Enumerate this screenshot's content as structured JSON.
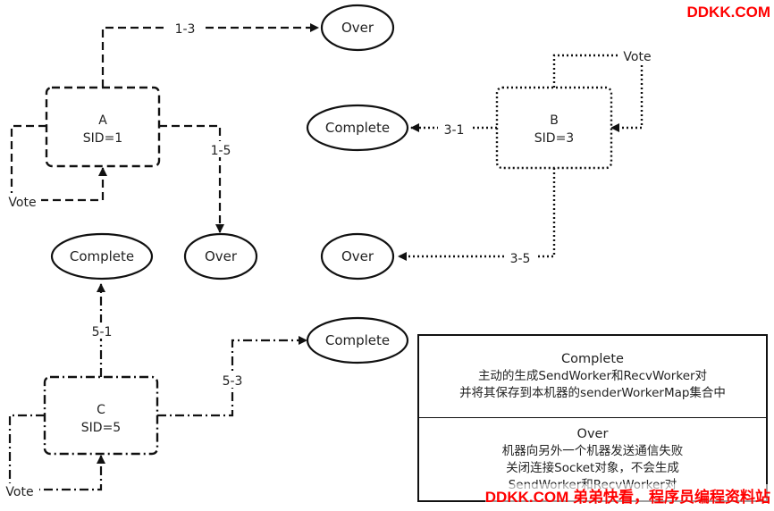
{
  "diagram": {
    "nodes": {
      "A": {
        "name": "A",
        "sid": "SID=1"
      },
      "B": {
        "name": "B",
        "sid": "SID=3"
      },
      "C": {
        "name": "C",
        "sid": "SID=5"
      }
    },
    "states": {
      "over_top": "Over",
      "over_a": "Over",
      "over_b": "Over",
      "complete_b": "Complete",
      "complete_c1": "Complete",
      "complete_c3": "Complete"
    },
    "edge_labels": {
      "a_top": "1-3",
      "a_down": "1-5",
      "a_vote": "Vote",
      "b_vote": "Vote",
      "b_left": "3-1",
      "b_down": "3-5",
      "c_up": "5-1",
      "c_right": "5-3",
      "c_vote": "Vote"
    }
  },
  "legend": {
    "complete": {
      "title": "Complete",
      "line1": "主动的生成SendWorker和RecvWorker对",
      "line2": "并将其保存到本机器的senderWorkerMap集合中"
    },
    "over": {
      "title": "Over",
      "line1": "机器向另外一个机器发送通信失败",
      "line2": "关闭连接Socket对象，不会生成",
      "line3": "SendWorker和RecvWorker对"
    }
  },
  "watermarks": {
    "top": "DDKK.COM",
    "bottom": "DDKK.COM 弟弟快看，程序员编程资料站"
  },
  "colors": {
    "line": "#111111",
    "watermark": "#ff0000"
  }
}
